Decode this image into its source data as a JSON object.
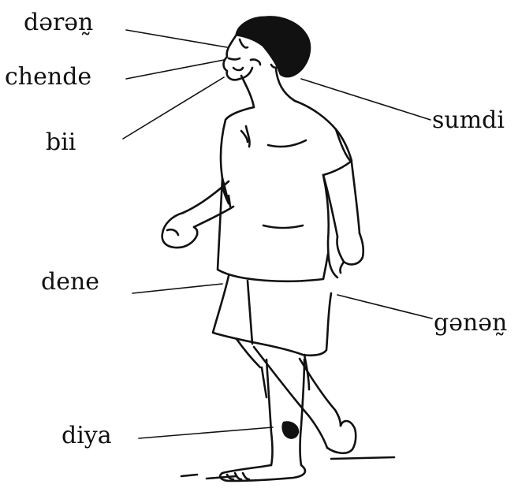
{
  "labels": {
    "deren": "dərən̰",
    "chende": "chende",
    "bii": "bii",
    "sumdi": "sumdi",
    "dene": "dene",
    "genen": "gənən̰",
    "diya": "diya"
  },
  "colors": {
    "ink": "#111111",
    "background": "#ffffff"
  }
}
